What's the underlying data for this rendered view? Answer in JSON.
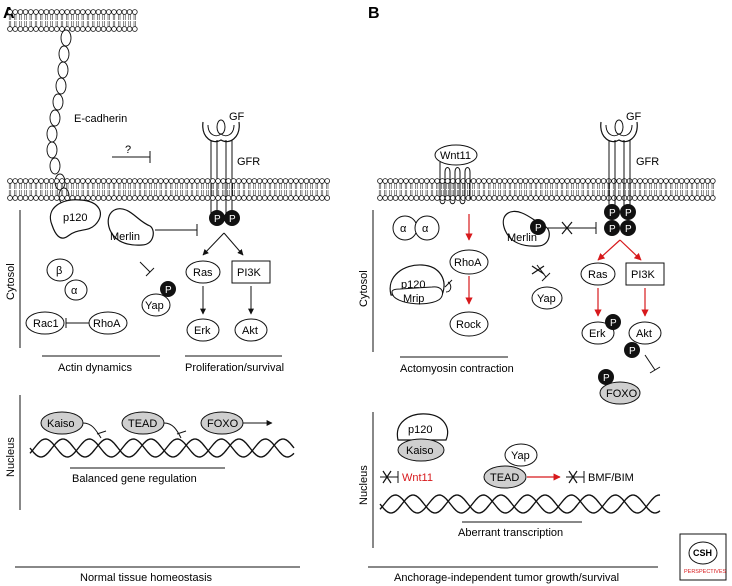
{
  "panels": {
    "a": {
      "letter": "A",
      "ecadherin": "E-cadherin",
      "question": "?",
      "gf": "GF",
      "gfr": "GFR",
      "p120": "p120",
      "merlin": "Merlin",
      "beta": "β",
      "alpha": "α",
      "rac1": "Rac1",
      "rhoa": "RhoA",
      "yap": "Yap",
      "ras": "Ras",
      "pi3k": "PI3K",
      "erk": "Erk",
      "akt": "Akt",
      "p": "P",
      "cytosol": "Cytosol",
      "nucleus": "Nucleus",
      "actin_dynamics": "Actin dynamics",
      "prolif": "Proliferation/survival",
      "kaiso": "Kaiso",
      "tead": "TEAD",
      "foxo": "FOXO",
      "balanced": "Balanced gene regulation",
      "footer": "Normal tissue homeostasis"
    },
    "b": {
      "letter": "B",
      "wnt11_top": "Wnt11",
      "gf": "GF",
      "gfr": "GFR",
      "alpha1": "α",
      "alpha2": "α",
      "p120": "p120",
      "mrip": "Mrip",
      "merlin": "Merlin",
      "rhoa": "RhoA",
      "rock": "Rock",
      "yap_cyto": "Yap",
      "ras": "Ras",
      "pi3k": "PI3K",
      "erk": "Erk",
      "akt": "Akt",
      "foxo": "FOXO",
      "p": "P",
      "cytosol": "Cytosol",
      "nucleus": "Nucleus",
      "actomyosin": "Actomyosin contraction",
      "p120_nuc": "p120",
      "kaiso": "Kaiso",
      "yap_nuc": "Yap",
      "tead": "TEAD",
      "wnt11_gene": "Wnt11",
      "bmf_bim": "BMF/BIM",
      "aberrant": "Aberrant transcription",
      "footer": "Anchorage-independent tumor growth/survival"
    }
  },
  "logo": {
    "line1": "CSH",
    "line2": "PERSPECTIVES"
  },
  "colors": {
    "ink": "#111111",
    "red": "#d7191c",
    "gray": "#cfcfcf",
    "dark": "#111111"
  }
}
